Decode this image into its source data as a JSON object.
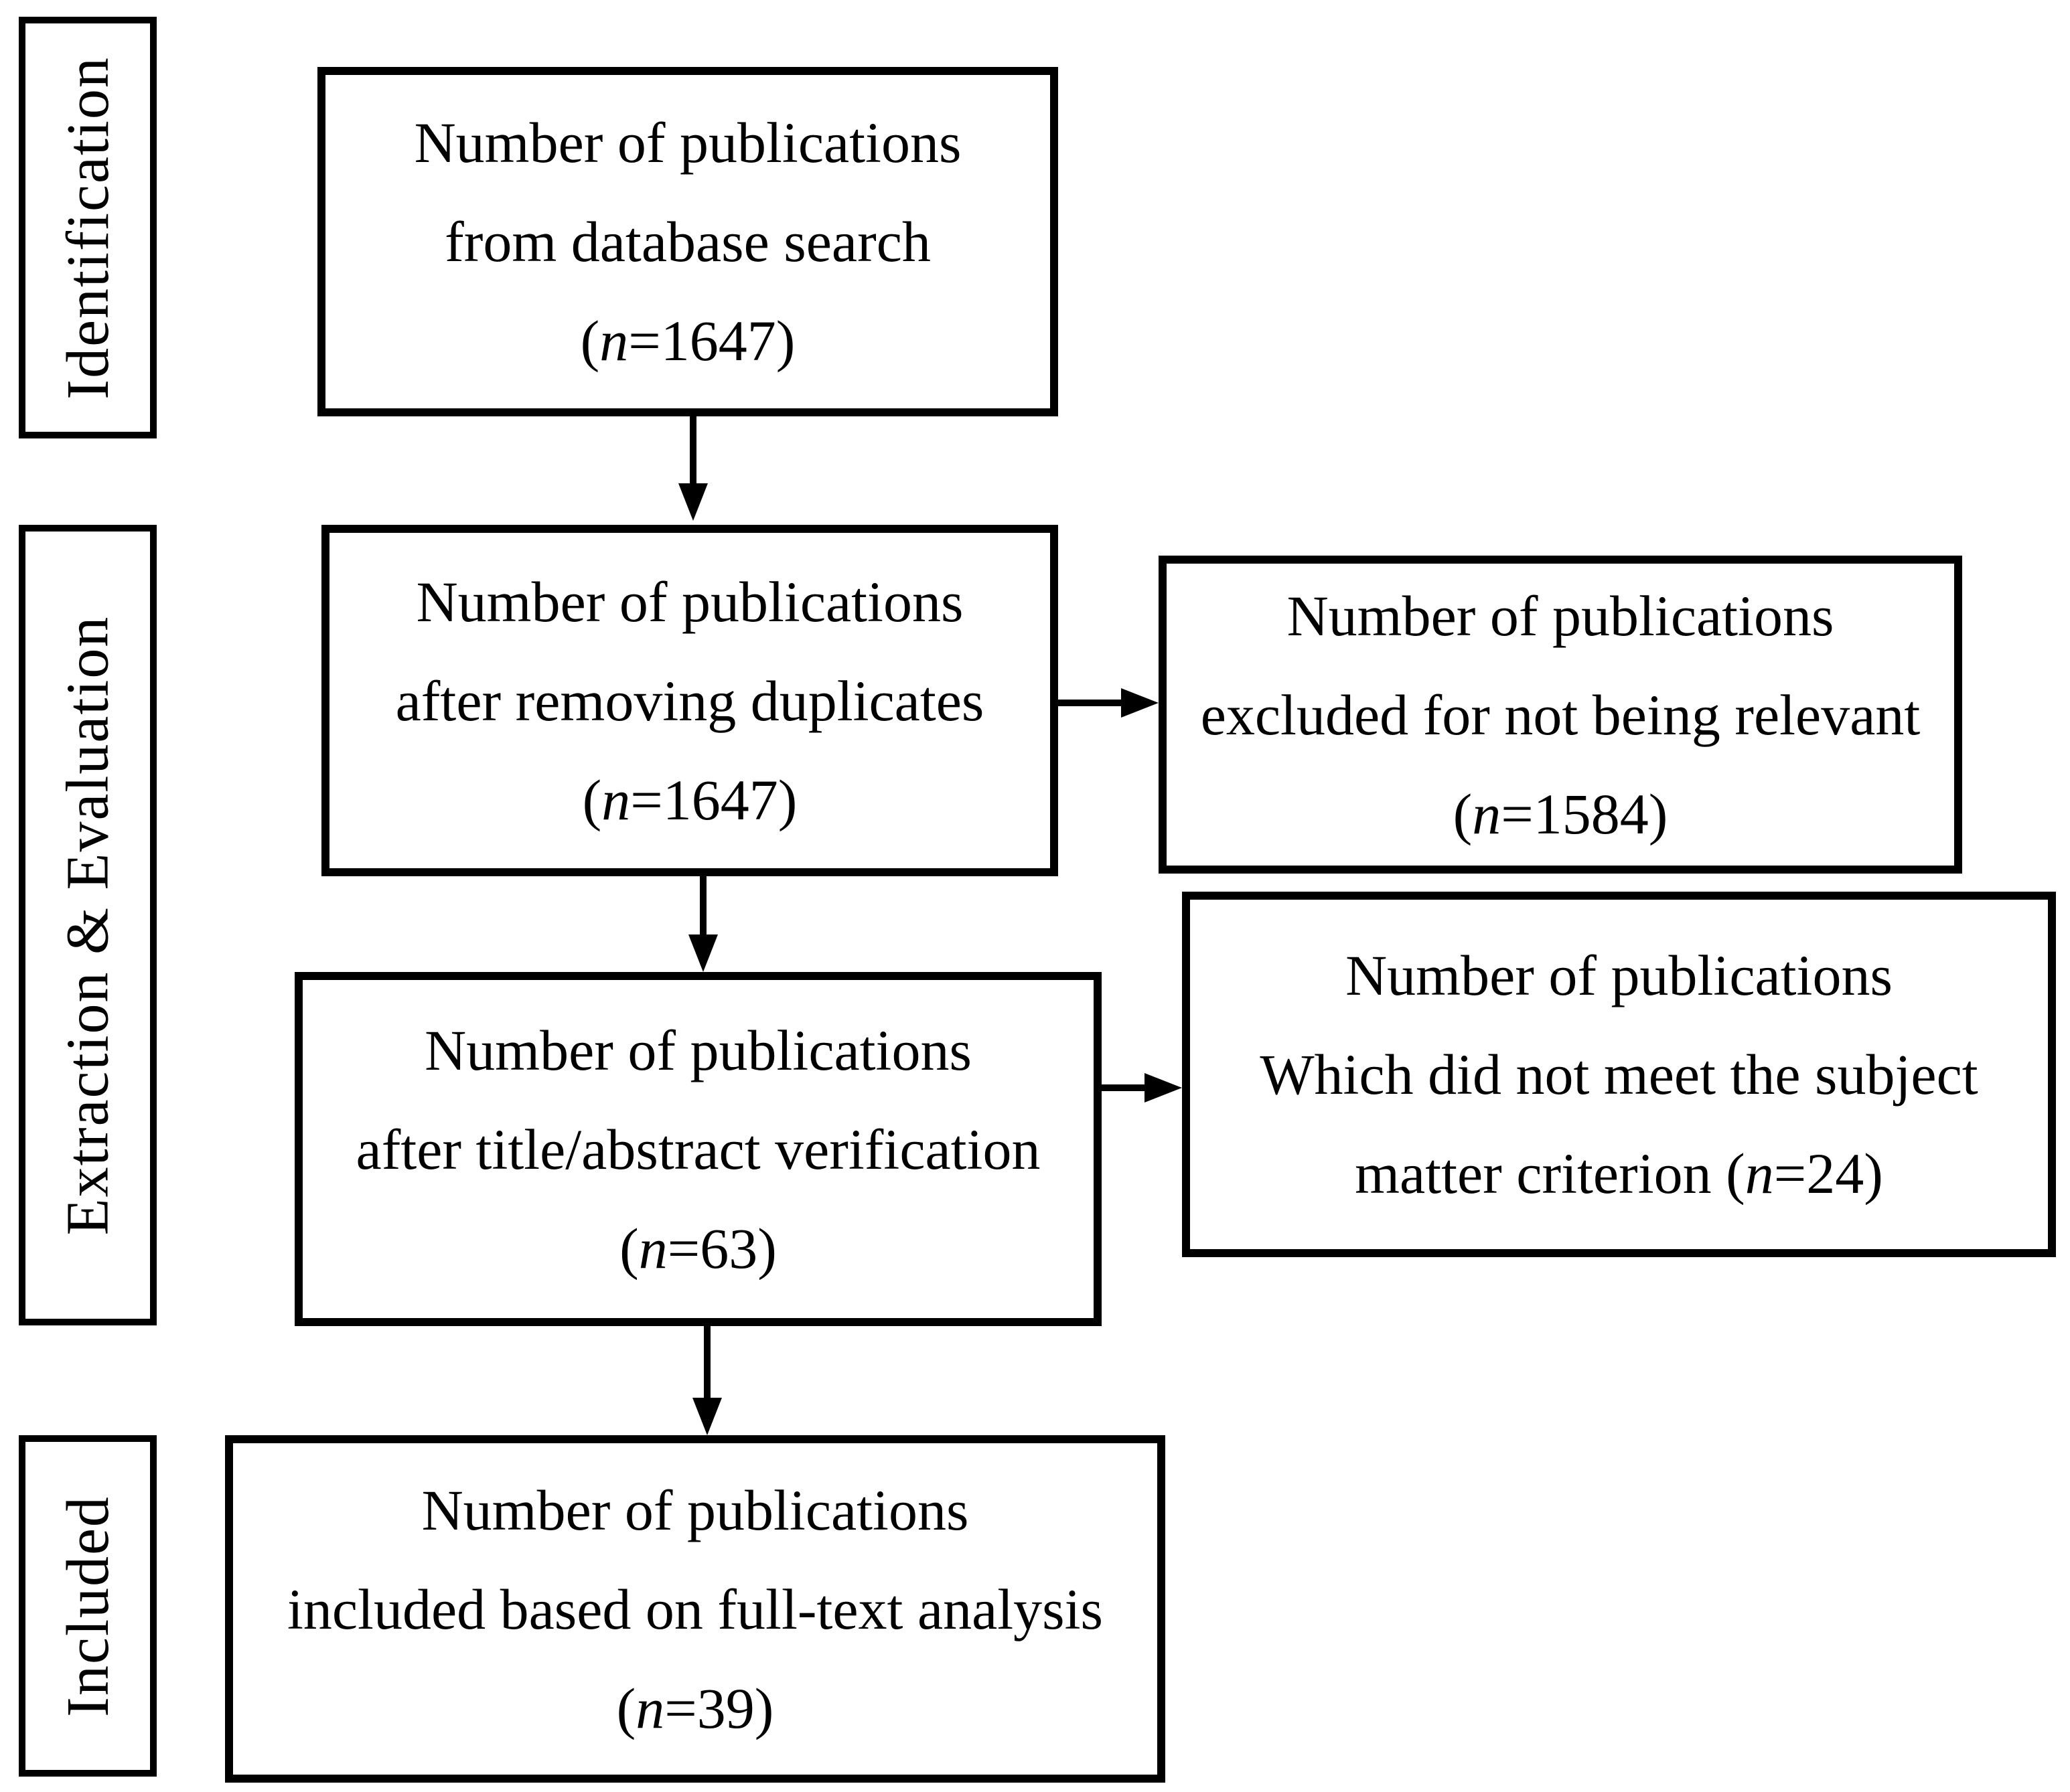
{
  "stages": [
    {
      "label": "Identification"
    },
    {
      "label": "Extraction & Evaluation"
    },
    {
      "label": "Included"
    }
  ],
  "flow": {
    "database_search": {
      "line1": "Number of publications",
      "line2": "from database search",
      "count_pre": "(",
      "count_var": "n",
      "count_post": "=1647)"
    },
    "after_duplicates": {
      "line1": "Number of publications",
      "line2": "after removing duplicates",
      "count_pre": "(",
      "count_var": "n",
      "count_post": "=1647)"
    },
    "title_abstract": {
      "line1": "Number of publications",
      "line2": "after title/abstract verification",
      "count_pre": "(",
      "count_var": "n",
      "count_post": "=63)"
    },
    "full_text": {
      "line1": "Number of publications",
      "line2": "included based on full-text analysis",
      "count_pre": "(",
      "count_var": "n",
      "count_post": "=39)"
    }
  },
  "exclusions": {
    "not_relevant": {
      "line1": "Number of publications",
      "line2": "excluded for not being relevant",
      "count_pre": "(",
      "count_var": "n",
      "count_post": "=1584)"
    },
    "subject_criterion": {
      "line1": "Number of publications",
      "line2": "Which did not meet the subject",
      "count_pre": "matter criterion (",
      "count_var": "n",
      "count_post": "=24)"
    }
  },
  "colors": {
    "line": "#000000",
    "background": "#ffffff"
  }
}
